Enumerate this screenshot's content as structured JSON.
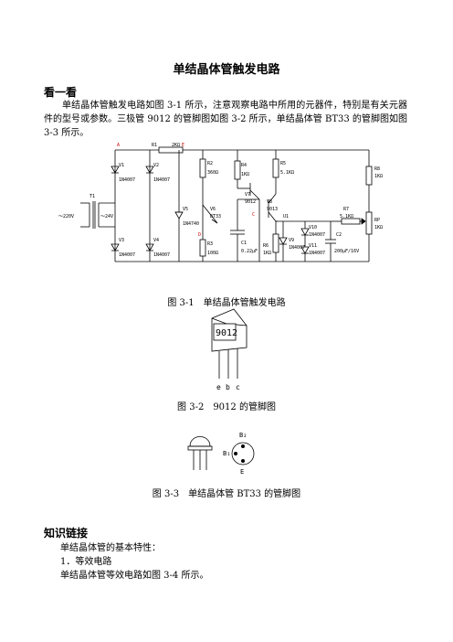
{
  "doc": {
    "title": "单结晶体管触发电路",
    "section1": "看一看",
    "intro": "单结晶体管触发电路如图 3-1 所示，注意观察电路中所用的元器件，特别是有关元器件的型号或参数。三极管 9012 的管脚图如图 3-2 所示，单结晶体管 BT33 的管脚图如图 3-3 所示。",
    "section2": "知识链接",
    "basic": "单结晶体管的基本特性：",
    "item1": "1．等效电路",
    "item1_text": "单结晶体管等效电路如图 3-4 所示。"
  },
  "figures": {
    "fig1_caption": "图 3-1　单结晶体管触发电路",
    "fig2_caption": "图 3-2　9012 的管脚图",
    "fig3_caption": "图 3-3　单结晶体管 BT33 的管脚图"
  },
  "circuit": {
    "node_A": "A",
    "node_E": "E",
    "node_D": "D",
    "node_C": "C",
    "R1": "R1",
    "R1_val": "2KΩ",
    "V1": "V1",
    "V1_val": "1N4007",
    "V2": "V2",
    "V2_val": "1N4007",
    "V3": "V3",
    "V3_val": "1N4007",
    "V4": "V4",
    "V4_val": "1N4007",
    "T1": "T1",
    "in_v": "～220V",
    "out_v": "～24V",
    "V5": "V5",
    "V5_val": "1N4740",
    "R2": "R2",
    "R2_val": "360Ω",
    "R3": "R3",
    "R3_val": "100Ω",
    "R4": "R4",
    "R4_val": "1KΩ",
    "R5": "R5",
    "R5_val": "5.1KΩ",
    "R6": "R6",
    "R6_val": "1KΩ",
    "R7": "R7",
    "R7_val": "5.1KΩ",
    "R8": "R8",
    "R8_val": "1KΩ",
    "RP": "RP",
    "RP_val": "1KΩ",
    "V6": "V6",
    "V6_val": "BT33",
    "V7": "V7",
    "V7_val": "9012",
    "V8": "V8",
    "V8_val": "9013",
    "U1": "U1",
    "C1": "C1",
    "C1_val": "0.22μF",
    "C2": "C2",
    "C2_val": "200μF/16V",
    "V9": "V9",
    "V9_val": "1N4007",
    "V10": "V10",
    "V10_val": "1N4007",
    "V11": "V11",
    "V11_val": "1N4007"
  },
  "pin9012": {
    "body": "9012",
    "e": "e",
    "b": "b",
    "c": "c"
  },
  "pinBT33": {
    "b2": "B₂",
    "b1": "B₁",
    "e": "E"
  },
  "colors": {
    "node_label": "#cc0000",
    "line": "#000000"
  }
}
